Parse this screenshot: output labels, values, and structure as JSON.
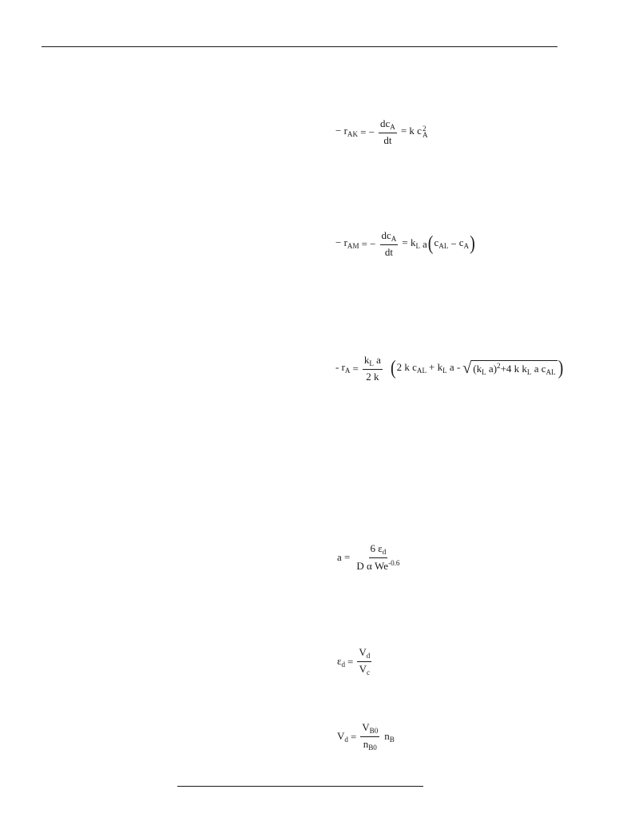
{
  "equations": {
    "eq1": {
      "lhs": "− r",
      "lhs_sub": "AK",
      "eq": "= −",
      "num": "dc",
      "num_sub": "A",
      "den": "dt",
      "rhs": "= k c",
      "rhs_sub": "A",
      "rhs_sup": "2"
    },
    "eq2": {
      "lhs": "− r",
      "lhs_sub": "AM",
      "eq": "= −",
      "num": "dc",
      "num_sub": "A",
      "den": "dt",
      "rhs_k": "= k",
      "rhs_k_sub": "L",
      "rhs_a": "a",
      "c1": "c",
      "c1_sub": "AL",
      "minus": "−",
      "c2": "c",
      "c2_sub": "A"
    },
    "eq3": {
      "lhs": "- r",
      "lhs_sub": "A",
      "eq": "=",
      "num_k": "k",
      "num_k_sub": "L",
      "num_a": "a",
      "den": "2 k",
      "t1": "2 k c",
      "t1_sub": "AL",
      "t2_pre": "+ k",
      "t2_sub": "L",
      "t2_post": "a -",
      "s1": "(k",
      "s1_sub": "L",
      "s1_post": "a)",
      "s1_sup": "2",
      "s2": "+4 k k",
      "s2_sub": "L",
      "s2_post": "a c",
      "s2_sub2": "AL"
    },
    "eq4": {
      "lhs": "a =",
      "num": "6 ε",
      "num_sub": "d",
      "den": "D α We",
      "den_sup": "-0.6"
    },
    "eq5": {
      "lhs": "ε",
      "lhs_sub": "d",
      "eq": "=",
      "num": "V",
      "num_sub": "d",
      "den": "V",
      "den_sub": "c"
    },
    "eq6": {
      "lhs": "V",
      "lhs_sub": "d",
      "eq": "=",
      "num": "V",
      "num_sub": "B0",
      "den": "n",
      "den_sub": "B0",
      "rhs": "n",
      "rhs_sub": "B"
    }
  }
}
